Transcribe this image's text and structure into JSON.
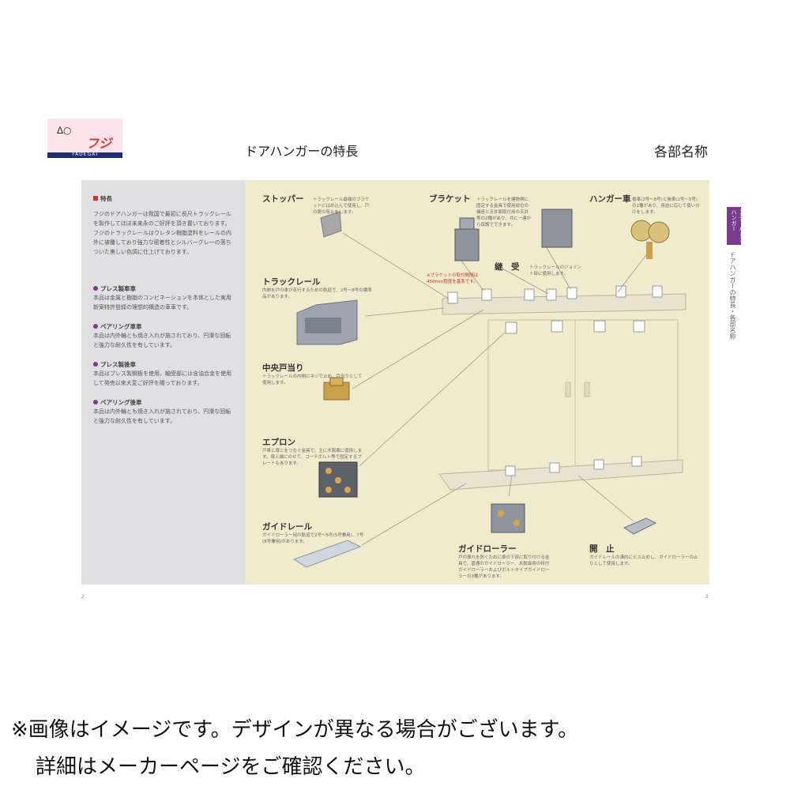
{
  "header": {
    "brand": "フジ",
    "brand_sub": "YADEGAI",
    "title_left": "ドアハンガーの特長",
    "title_right": "各部名称"
  },
  "left": {
    "sections": [
      {
        "head": "特長",
        "marker_color": "#d0342c",
        "body": "フジのドアハンガーは我国で最初に長尺トラックレールを製作してほぼ未来永のご好評を頂き置いております。フジのトラックレールはウレタン樹脂塗料をレールの内外に被覆しており強力な密着性とシルバーグレーの落ちついた美しい色調に仕上げております。"
      },
      {
        "head": "プレス製車車",
        "marker_color": "#7a3b8f",
        "body": "本品は金属と樹脂のコンビネーションを本体とした実用新案特許登録の理想的構造の車車です。"
      },
      {
        "head": "ベアリング車車",
        "marker_color": "#7a3b8f",
        "body": "本品は内外輪とも焼き入れが施されており、円滑な回転と強力な耐久性を有しています。"
      },
      {
        "head": "プレス製後車",
        "marker_color": "#7a3b8f",
        "body": "本品はプレス製鋼板を使用、軸受部には含油合金を使用して発売以来大変ご好評を賜っております。"
      },
      {
        "head": "ベアリング後車",
        "marker_color": "#7a3b8f",
        "body": "本品は内外輪とも焼き入れが施されており、円滑な回転と強力な耐久性を有しています。"
      }
    ],
    "page_number": "2"
  },
  "parts": {
    "stopper": {
      "title": "ストッパー",
      "desc": "トラックレール最端のブラケットにはめ込んで使用し、戸の脱の阻止をします。"
    },
    "bracket": {
      "title": "ブラケット",
      "desc": "トラックレールを建物側に固定する金具で使用部位の構造と天井面取付用の天井等の2種があり、共に一連から保護でできます。"
    },
    "hanger": {
      "title": "ハンガー車",
      "desc": "複車(2号〜8号)と後車(2号〜5号)の2種があり、用途に応じて使い分けをします。"
    },
    "joint": {
      "title": "継　受",
      "desc": "トラックレールのジョイント部に使用します。"
    },
    "red_note": "※ブラケットの取付間隔は450mm程度を基準です。",
    "track": {
      "title": "トラックレール",
      "desc": "内側を戸の車が走行するための軌道で、2号〜8号の標準品があります。"
    },
    "center_stop": {
      "title": "中央戸当り",
      "desc": "トラックレールの内側にネジで止め、戸当りとして使用します。"
    },
    "apron": {
      "title": "エプロン",
      "desc": "戸車と扉とをつなぐ金具で、主に木製扉に使用します。扉上端にのせて、コーチボルト等で固定するプレートもあります。"
    },
    "guide_rail": {
      "title": "ガイドレール",
      "desc": "ガイドローラー用の軌道で2号〜5号(5号兼用)、7号(8号兼用)があります。"
    },
    "guide_roller": {
      "title": "ガイドローラー",
      "desc": "戸の振れを防ぐために扉の下部に取り付ける金具で、普通のガイドローラー、木製扉用の特付ガイドローラーおよびボルトタイプガイドローラーの3種があります。"
    },
    "stop": {
      "title": "開　止",
      "desc": "ガイドレールの溝内にビス止めし、ガイドローラーの止りとして使用します。"
    },
    "page_number": "3"
  },
  "side_tab": {
    "label": "スチールドアハンガー",
    "sub": "ドアハンガーの特長・各部名称"
  },
  "footer": {
    "line1": "※画像はイメージです。デザインが異なる場合がございます。",
    "line2": "詳細はメーカーページをご確認ください。"
  }
}
